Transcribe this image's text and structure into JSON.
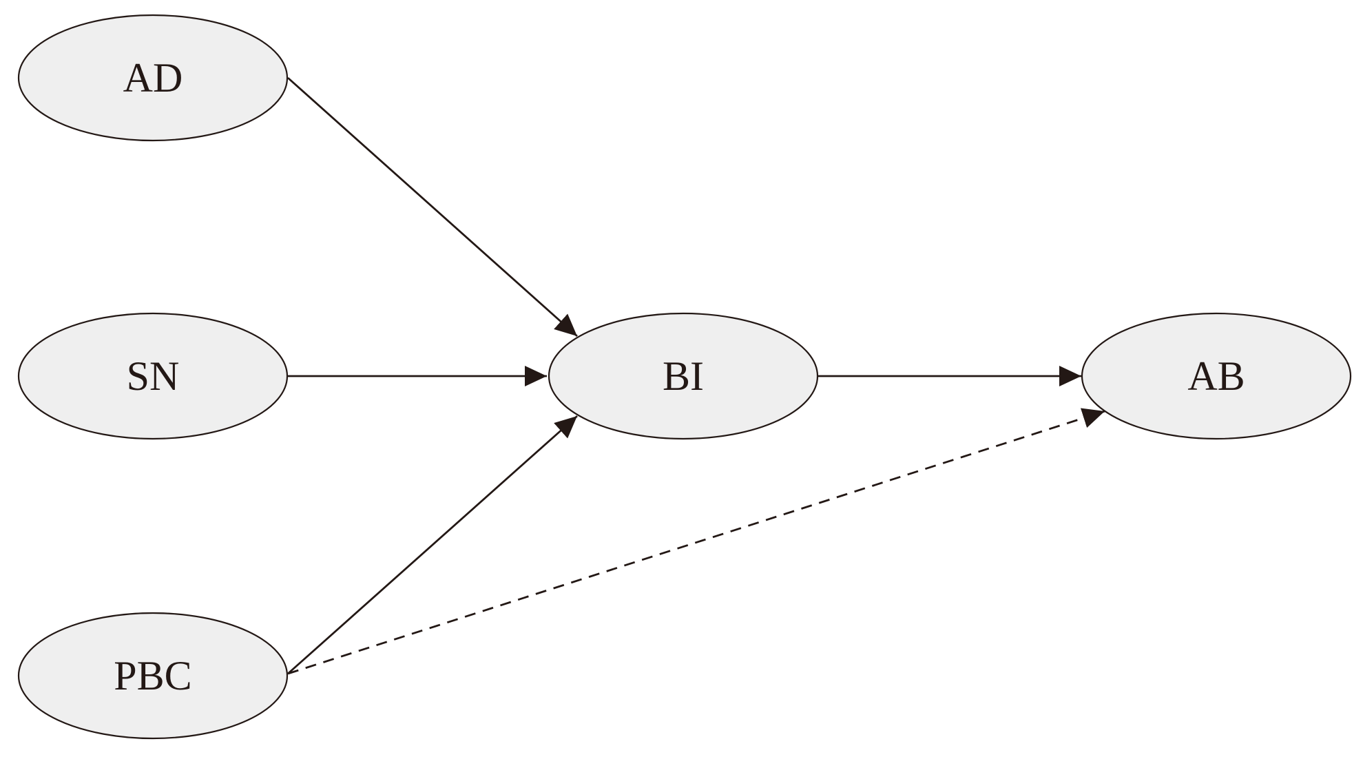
{
  "diagram": {
    "nodes": {
      "ad": {
        "label": "AD"
      },
      "sn": {
        "label": "SN"
      },
      "pbc": {
        "label": "PBC"
      },
      "bi": {
        "label": "BI"
      },
      "ab": {
        "label": "AB"
      }
    },
    "edges": [
      {
        "from": "AD",
        "to": "BI",
        "style": "solid"
      },
      {
        "from": "SN",
        "to": "BI",
        "style": "solid"
      },
      {
        "from": "PBC",
        "to": "BI",
        "style": "solid"
      },
      {
        "from": "BI",
        "to": "AB",
        "style": "solid"
      },
      {
        "from": "PBC",
        "to": "AB",
        "style": "dashed"
      }
    ],
    "colors": {
      "node_fill": "#efefef",
      "stroke": "#231815",
      "background": "#ffffff"
    }
  }
}
